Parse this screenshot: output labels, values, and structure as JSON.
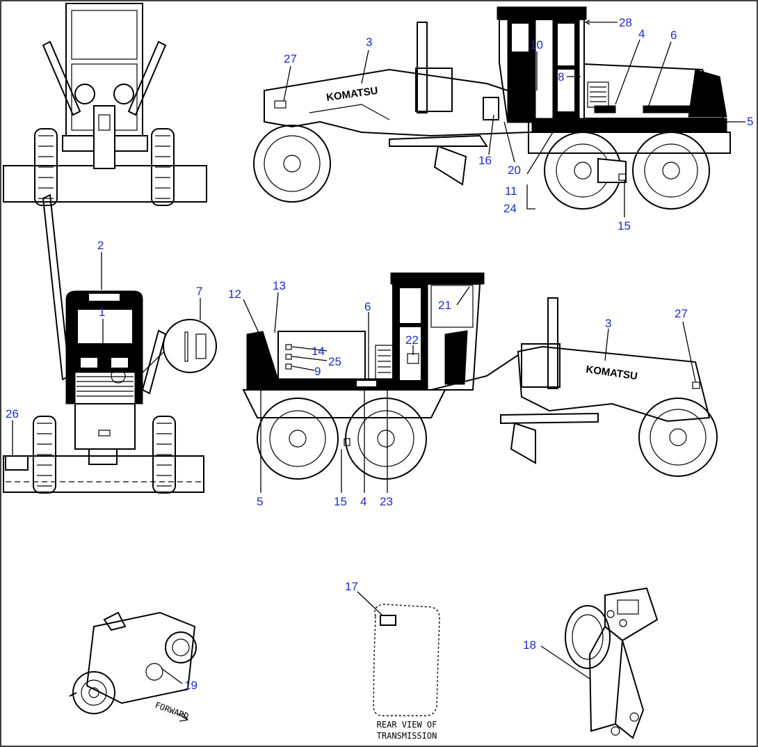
{
  "brand_text": "KOMATSU",
  "caption_lines": [
    "REAR VIEW OF",
    "TRANSMISSION"
  ],
  "callouts": {
    "top_28": "28",
    "top_10": "10",
    "top_4": "4",
    "top_6": "6",
    "top_3": "3",
    "top_27": "27",
    "top_8": "8",
    "top_5": "5",
    "top_16": "16",
    "top_20": "20",
    "top_11": "11",
    "top_24": "24",
    "top_15": "15",
    "mid_2": "2",
    "mid_1": "1",
    "mid_7": "7",
    "mid_26": "26",
    "mid_12": "12",
    "mid_13": "13",
    "mid_6": "6",
    "mid_21": "21",
    "mid_22": "22",
    "mid_14": "14",
    "mid_25": "25",
    "mid_9": "9",
    "mid_3": "3",
    "mid_27": "27",
    "mid_5": "5",
    "mid_15": "15",
    "mid_4": "4",
    "mid_23": "23",
    "bot_17": "17",
    "bot_18": "18",
    "bot_19": "19"
  },
  "colors": {
    "callout": "#1a2bcc",
    "ink": "#000000"
  }
}
